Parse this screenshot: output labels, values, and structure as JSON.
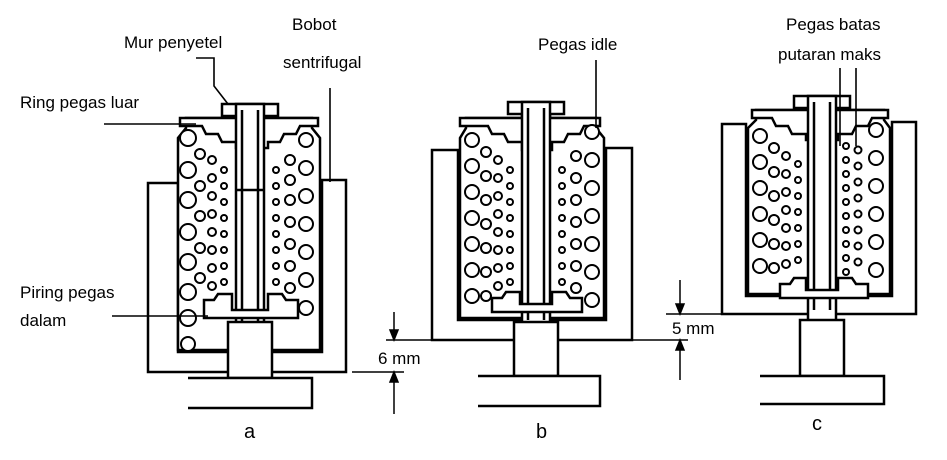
{
  "labels": {
    "mur_penyetel": "Mur penyetel",
    "bobot_line1": "Bobot",
    "bobot_line2": "sentrifugal",
    "ring_pegas_luar": "Ring pegas luar",
    "piring_line1": "Piring pegas",
    "piring_line2": "dalam",
    "pegas_idle": "Pegas idle",
    "pegas_batas_line1": "Pegas batas",
    "pegas_batas_line2": "putaran maks",
    "dim_6mm": "6 mm",
    "dim_5mm": "5 mm"
  },
  "panels": [
    "a",
    "b",
    "c"
  ]
}
